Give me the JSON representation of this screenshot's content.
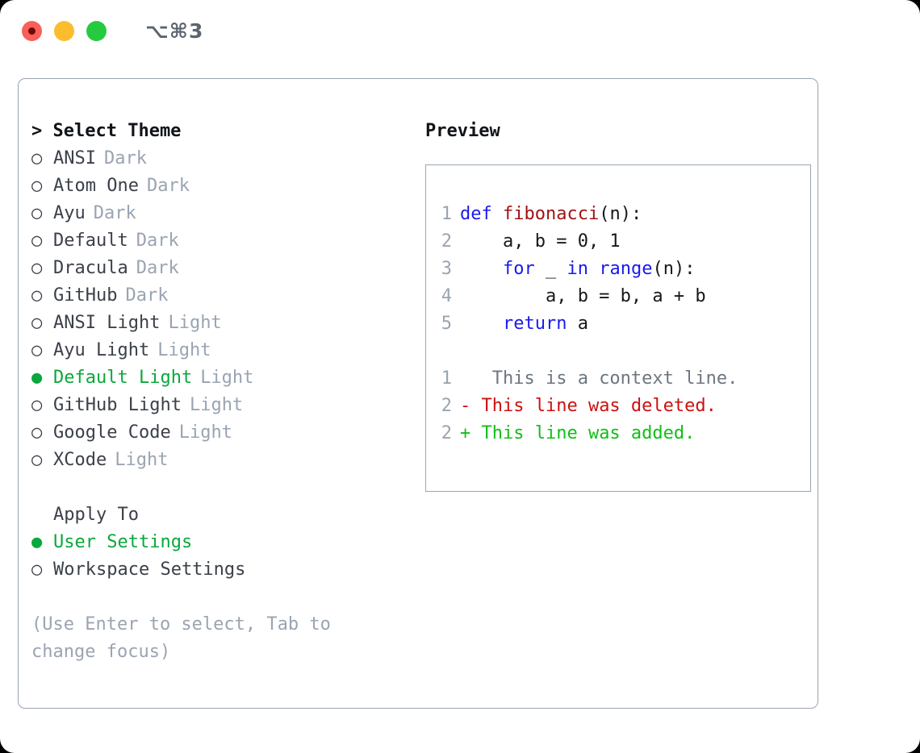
{
  "window": {
    "traffic_lights": [
      {
        "name": "close-button",
        "color": "#fa5f5a"
      },
      {
        "name": "minimize-button",
        "color": "#fbbd2e"
      },
      {
        "name": "maximize-button",
        "color": "#26ca41"
      }
    ],
    "shortcut": "⌥⌘3"
  },
  "theme_panel": {
    "header": "> Select Theme",
    "items": [
      {
        "marker": "○",
        "label": "ANSI",
        "tag": "Dark",
        "selected": false
      },
      {
        "marker": "○",
        "label": "Atom One",
        "tag": "Dark",
        "selected": false
      },
      {
        "marker": "○",
        "label": "Ayu",
        "tag": "Dark",
        "selected": false
      },
      {
        "marker": "○",
        "label": "Default",
        "tag": "Dark",
        "selected": false
      },
      {
        "marker": "○",
        "label": "Dracula",
        "tag": "Dark",
        "selected": false
      },
      {
        "marker": "○",
        "label": "GitHub",
        "tag": "Dark",
        "selected": false
      },
      {
        "marker": "○",
        "label": "ANSI Light",
        "tag": "Light",
        "selected": false
      },
      {
        "marker": "○",
        "label": "Ayu Light",
        "tag": "Light",
        "selected": false
      },
      {
        "marker": "●",
        "label": "Default Light",
        "tag": "Light",
        "selected": true
      },
      {
        "marker": "○",
        "label": "GitHub Light",
        "tag": "Light",
        "selected": false
      },
      {
        "marker": "○",
        "label": "Google Code",
        "tag": "Light",
        "selected": false
      },
      {
        "marker": "○",
        "label": "XCode",
        "tag": "Light",
        "selected": false
      }
    ],
    "apply_to": {
      "header": "Apply To",
      "items": [
        {
          "marker": "●",
          "label": "User Settings",
          "selected": true
        },
        {
          "marker": "○",
          "label": "Workspace Settings",
          "selected": false
        }
      ]
    },
    "hint": "(Use Enter to select, Tab to change focus)"
  },
  "preview": {
    "title": "Preview",
    "code_lines": [
      {
        "number": "1",
        "tokens": [
          {
            "text": "def ",
            "kind": "kw"
          },
          {
            "text": "fibonacci",
            "kind": "fn"
          },
          {
            "text": "(n):",
            "kind": "plain"
          }
        ]
      },
      {
        "number": "2",
        "tokens": [
          {
            "text": "    a, b = 0, 1",
            "kind": "plain"
          }
        ]
      },
      {
        "number": "3",
        "tokens": [
          {
            "text": "    ",
            "kind": "plain"
          },
          {
            "text": "for",
            "kind": "kw"
          },
          {
            "text": " _ ",
            "kind": "plain"
          },
          {
            "text": "in",
            "kind": "kw"
          },
          {
            "text": " ",
            "kind": "plain"
          },
          {
            "text": "range",
            "kind": "kw"
          },
          {
            "text": "(n):",
            "kind": "plain"
          }
        ]
      },
      {
        "number": "4",
        "tokens": [
          {
            "text": "        a, b = b, a + b",
            "kind": "plain"
          }
        ]
      },
      {
        "number": "5",
        "tokens": [
          {
            "text": "    ",
            "kind": "plain"
          },
          {
            "text": "return",
            "kind": "kw"
          },
          {
            "text": " a",
            "kind": "plain"
          }
        ]
      }
    ],
    "diff_lines": [
      {
        "number": "1",
        "sign": " ",
        "text": "  This is a context line.",
        "kind": "ctx"
      },
      {
        "number": "2",
        "sign": "-",
        "text": " This line was deleted.",
        "kind": "del"
      },
      {
        "number": "2",
        "sign": "+",
        "text": " This line was added.",
        "kind": "add"
      }
    ]
  },
  "colors": {
    "accent_green": "#0aa83c",
    "muted": "#9aa4b2",
    "keyword_blue": "#1a1aee",
    "function_red": "#a01414",
    "diff_add": "#0fc016",
    "diff_del": "#cc1111",
    "border": "#9aa4b2"
  }
}
